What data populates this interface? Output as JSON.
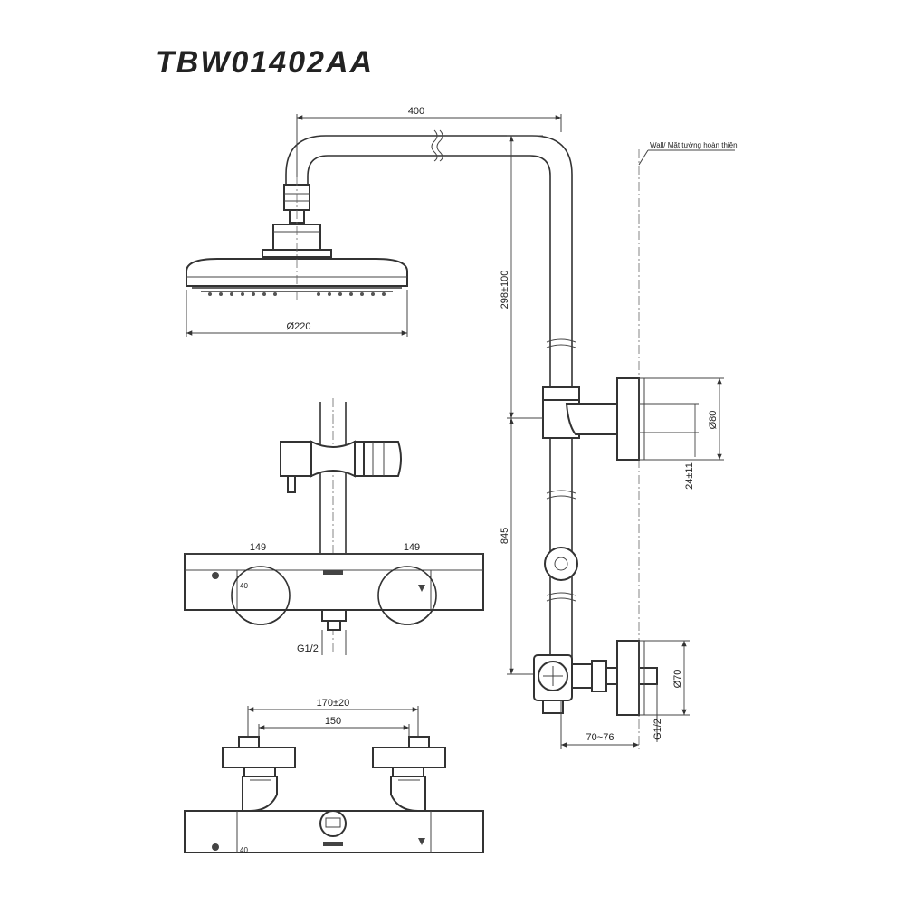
{
  "title": "TBW01402AA",
  "wall_label": "Wall/ Mặt tường hoàn thiện",
  "dimensions": {
    "arm_length": "400",
    "head_diameter": "Ø220",
    "riser_height": "298±100",
    "bracket_diameter": "Ø80",
    "bracket_offset": "24±11",
    "rail_length": "845",
    "outlet_diameter": "Ø70",
    "outlet_thread": "G1/2",
    "wall_distance": "70~76",
    "left_handle": "149",
    "right_handle": "149",
    "spout_thread": "G1/2",
    "temp_mark": "40",
    "temp_mark_bottom": "40",
    "inlet_span": "170±20",
    "inlet_center": "150"
  }
}
